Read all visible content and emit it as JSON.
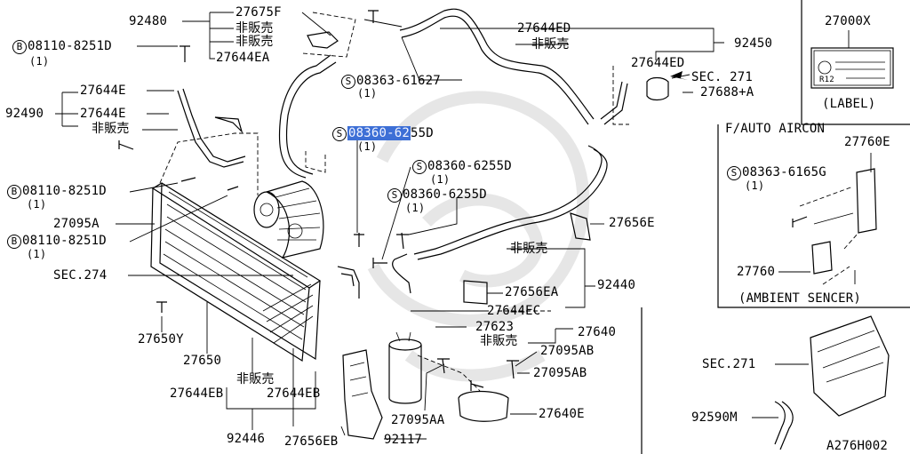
{
  "diagram_id": "A276H002",
  "labels": {
    "p92480": "92480",
    "p27675f": "27675F",
    "hanbai_1": "非販売",
    "hanbai_2": "非販売",
    "p27644ea": "27644EA",
    "bolt_08110_a": "08110-8251D",
    "qty_1a": "(1)",
    "p27644e_a": "27644E",
    "p92490": "92490",
    "p27644e_b": "27644E",
    "hanbai_3": "非販売",
    "bolt_08110_b": "08110-8251D",
    "qty_1b": "(1)",
    "p27095a": "27095A",
    "bolt_08110_c": "08110-8251D",
    "qty_1c": "(1)",
    "sec274": "SEC.274",
    "p27650y": "27650Y",
    "p27650": "27650",
    "hanbai_4": "非販売",
    "p27644eb_a": "27644EB",
    "p27644eb_b": "27644EB",
    "p92446": "92446",
    "p27656eb": "27656EB",
    "p92117": "92117",
    "p27644ed": "27644ED",
    "hanbai_5": "非販売",
    "p92450": "92450",
    "screw_61627": "08363-61627",
    "qty_1d": "(1)",
    "screw_6255_hl_a": "08360-62",
    "screw_6255_hl_b": "55D",
    "qty_1e": "(1)",
    "screw_6255_b": "08360-6255D",
    "qty_1f": "(1)",
    "screw_6255_c": "08360-6255D",
    "qty_1g": "(1)",
    "p27644ed_b": "27644ED",
    "sec271_a": "SEC. 271",
    "p27688a": "27688+A",
    "p27656e": "27656E",
    "hanbai_6": "非販売",
    "p92440": "92440",
    "p27656ea": "27656EA",
    "p27644ec": "27644EC",
    "p27623": "27623",
    "p27640": "27640",
    "hanbai_7": "非販売",
    "p27095ab_a": "27095AB",
    "p27095ab_b": "27095AB",
    "p27095aa": "27095AA",
    "p27640e": "27640E",
    "p27000x": "27000X",
    "label_r12": "R12",
    "label_caption": "(LABEL)",
    "auto_aircon": "F/AUTO AIRCON",
    "p27760e": "27760E",
    "screw_6165g": "08363-6165G",
    "qty_1h": "(1)",
    "p27760": "27760",
    "ambient_caption": "(AMBIENT SENCER)",
    "sec271_b": "SEC.271",
    "p92590m": "92590M",
    "diagram_code": "A276H002"
  },
  "symbols": {
    "bolt": "B",
    "screw": "S"
  },
  "highlight_color": "#3d6fd6"
}
